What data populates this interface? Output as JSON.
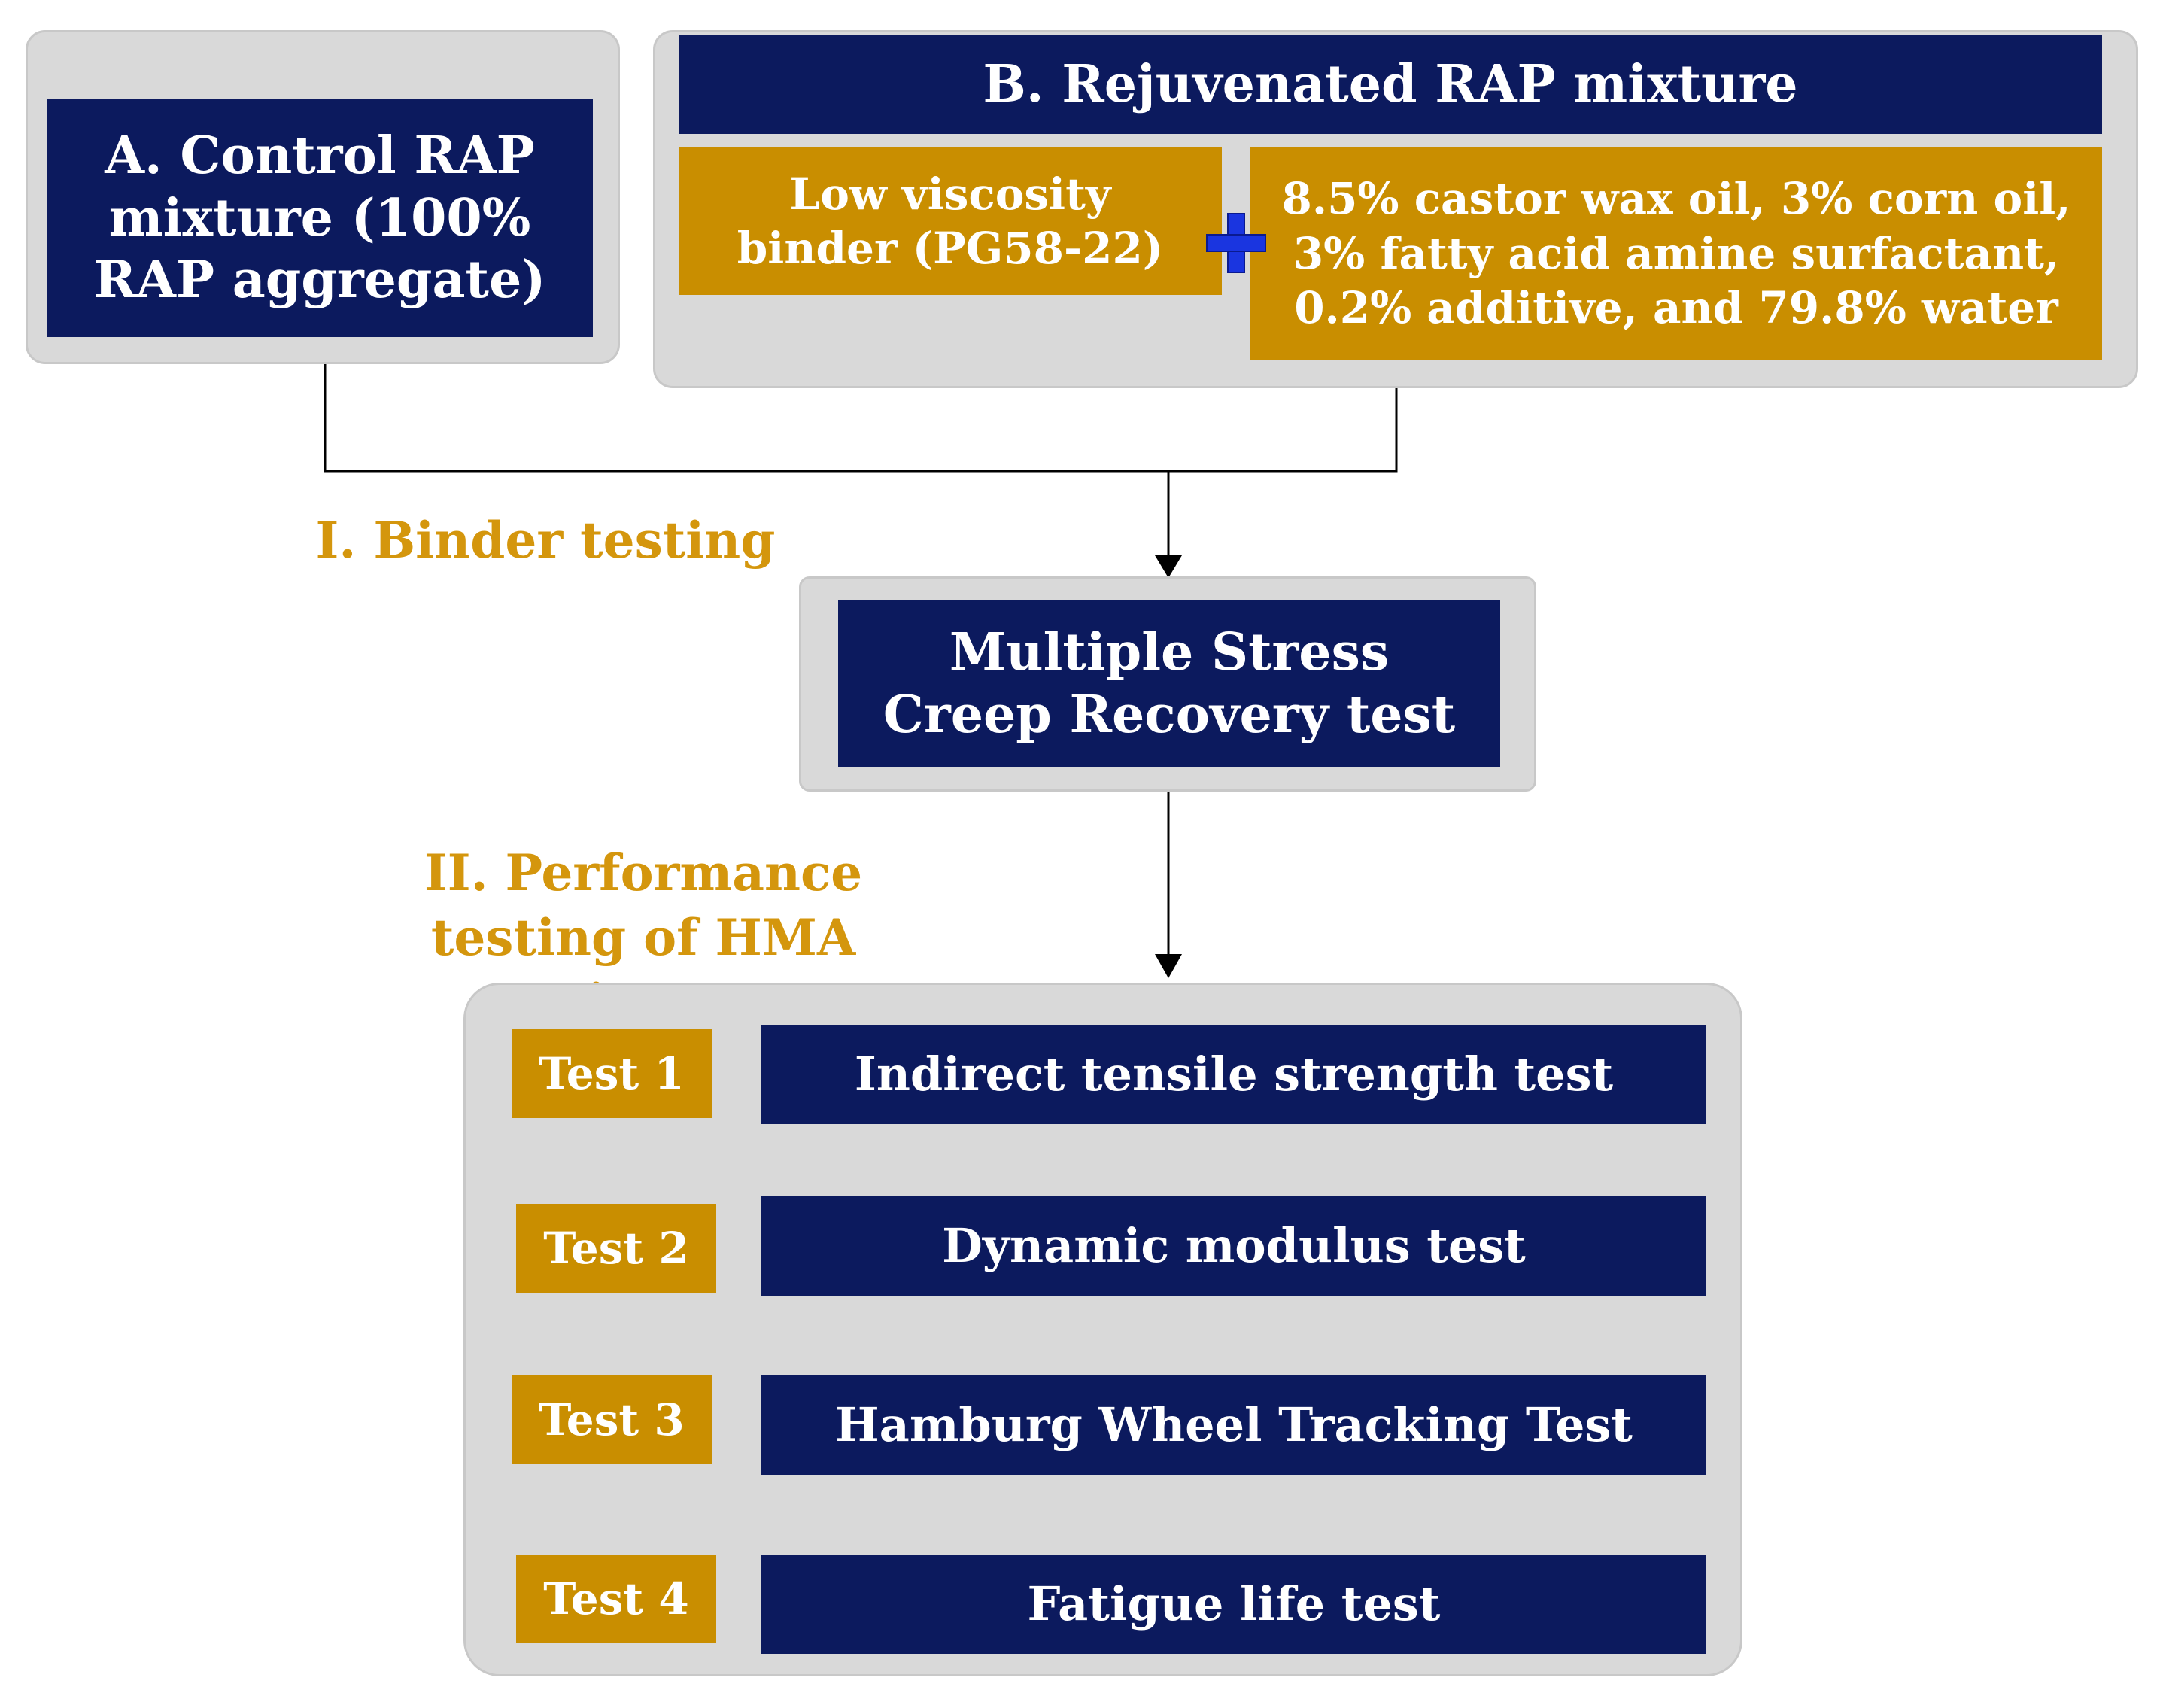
{
  "colors": {
    "navy": "#0c1a5e",
    "gold": "#c98e00",
    "label_gold": "#d4960d",
    "panel_gray": "#d9d9d9",
    "plus_blue": "#1a35e0"
  },
  "mixture_a": {
    "title": "A. Control RAP mixture (100% RAP aggregate)"
  },
  "mixture_b": {
    "title": "B. Rejuvenated RAP mixture",
    "binder": "Low viscosity binder (PG58-22)",
    "plus_icon": "plus-icon",
    "rejuvenator": "8.5% castor wax oil, 3% corn oil, 3% fatty acid amine surfactant, 0.2% additive, and 79.8% water"
  },
  "binder_testing": {
    "label": "I. Binder testing",
    "test": "Multiple Stress Creep Recovery test"
  },
  "performance_testing": {
    "label": "II. Performance testing of HMA mixture",
    "tests": [
      {
        "badge": "Test 1",
        "name": "Indirect tensile strength test"
      },
      {
        "badge": "Test 2",
        "name": "Dynamic modulus test"
      },
      {
        "badge": "Test 3",
        "name": "Hamburg Wheel Tracking Test"
      },
      {
        "badge": "Test 4",
        "name": "Fatigue life test"
      }
    ]
  }
}
